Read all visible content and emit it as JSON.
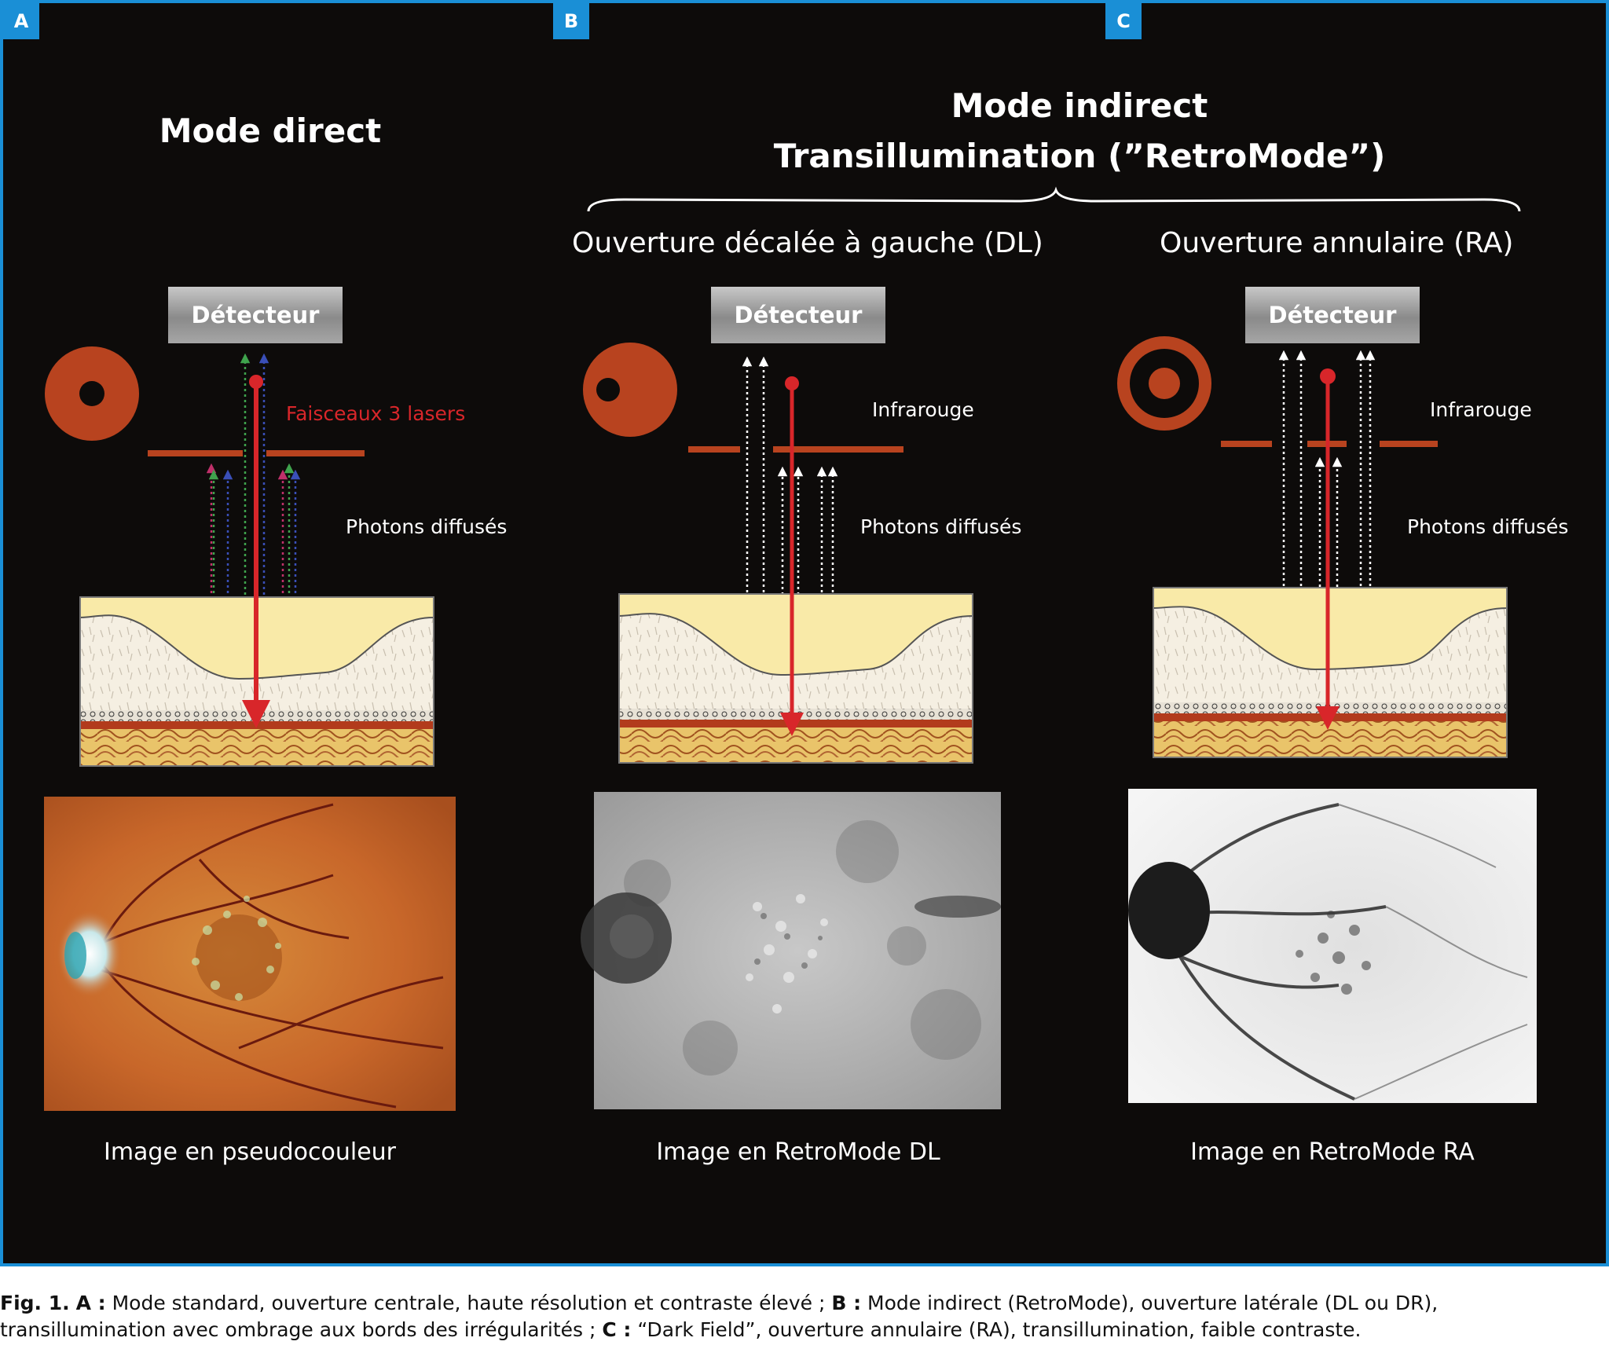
{
  "panels": {
    "a": {
      "tag": "A",
      "title": "Mode direct",
      "detector": "Détecteur",
      "laser_label": "Faisceaux 3 lasers",
      "photons_label": "Photons diffusés",
      "image_caption": "Image en pseudocouleur"
    },
    "b": {
      "tag": "B",
      "subtitle": "Ouverture décalée à gauche (DL)",
      "detector": "Détecteur",
      "ir_label": "Infrarouge",
      "photons_label": "Photons diffusés",
      "image_caption": "Image en RetroMode DL"
    },
    "c": {
      "tag": "C",
      "subtitle": "Ouverture annulaire (RA)",
      "detector": "Détecteur",
      "ir_label": "Infrarouge",
      "photons_label": "Photons diffusés",
      "image_caption": "Image en RetroMode RA"
    }
  },
  "indirect": {
    "title_line1": "Mode indirect",
    "title_line2": "Transillumination (”RetroMode”)"
  },
  "figure_caption": {
    "fig_label": "Fig. 1.",
    "a_key": "A :",
    "a_text": "Mode standard, ouverture centrale, haute résolution et contraste élevé ;",
    "b_key": "B :",
    "b_text": "Mode indirect (RetroMode), ouverture latérale (DL ou DR), transillumination avec ombrage aux bords des irrégularités ;",
    "c_key": "C :",
    "c_text": "“Dark Field”, ouverture annulaire (RA), transillumination, faible contraste."
  },
  "colors": {
    "frame": "#1a8fd6",
    "aperture": "#b8431f",
    "laser": "#d8262a",
    "background": "#0d0b0a"
  }
}
